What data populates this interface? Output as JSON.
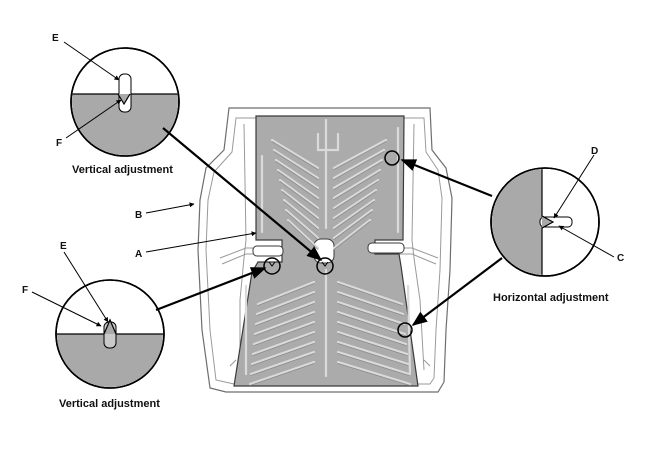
{
  "labels": {
    "A": "A",
    "B": "B",
    "C": "C",
    "D": "D",
    "E_top": "E",
    "F_top": "F",
    "E_bottom": "E",
    "F_bottom": "F"
  },
  "captions": {
    "vertical_top": "Vertical adjustment",
    "vertical_bottom": "Vertical adjustment",
    "horizontal": "Horizontal adjustment"
  },
  "colors": {
    "heater_fill": "#ababab",
    "outline": "#9a9a9a"
  }
}
